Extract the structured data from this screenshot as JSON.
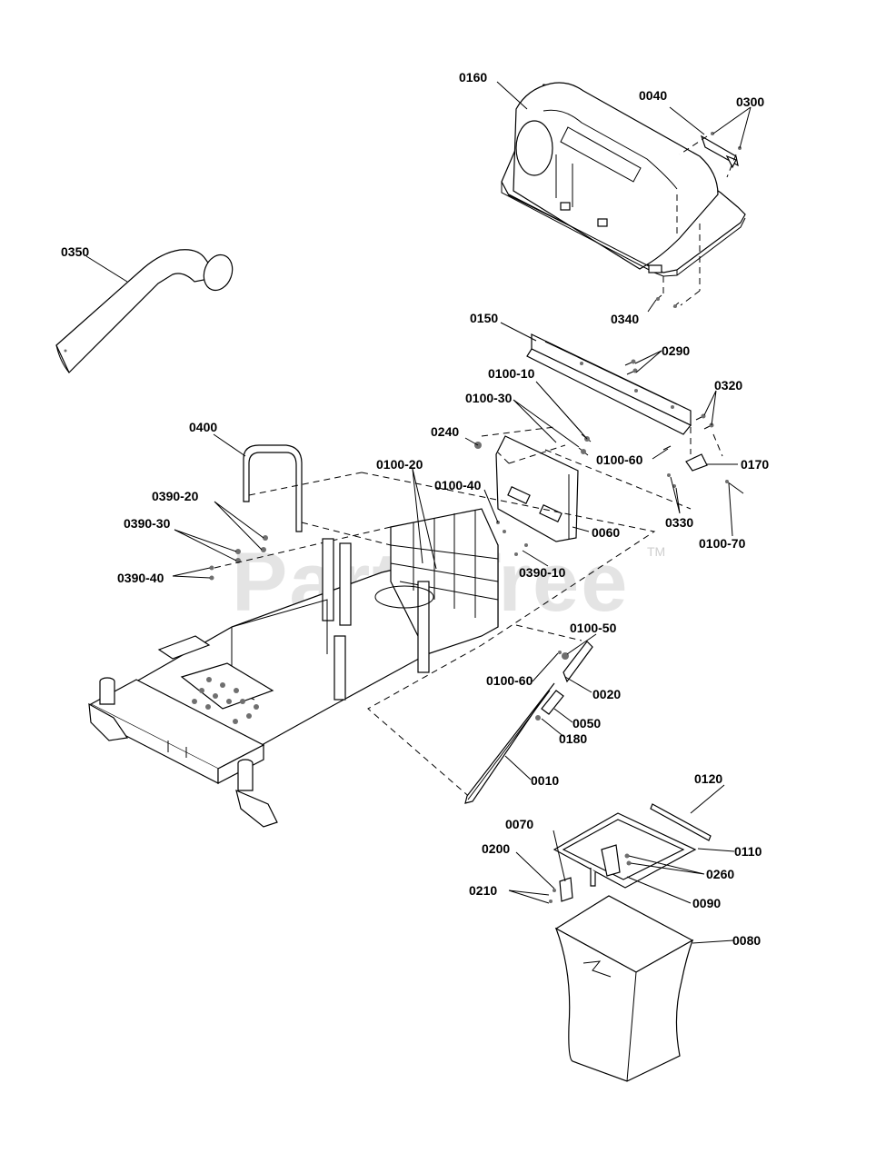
{
  "watermark": {
    "text": "PartsTree",
    "trademark": "TM"
  },
  "labels": {
    "p0160": "0160",
    "p0040": "0040",
    "p0300": "0300",
    "p0350": "0350",
    "p0340": "0340",
    "p0150": "0150",
    "p0290": "0290",
    "p0100_10": "0100-10",
    "p0100_30": "0100-30",
    "p0320": "0320",
    "p0240": "0240",
    "p0400": "0400",
    "p0100_60a": "0100-60",
    "p0170": "0170",
    "p0100_20": "0100-20",
    "p0100_40": "0100-40",
    "p0390_20": "0390-20",
    "p0330": "0330",
    "p0390_30": "0390-30",
    "p0060": "0060",
    "p0100_70": "0100-70",
    "p0390_10": "0390-10",
    "p0390_40": "0390-40",
    "p0100_50": "0100-50",
    "p0100_60b": "0100-60",
    "p0020": "0020",
    "p0050": "0050",
    "p0180": "0180",
    "p0010": "0010",
    "p0120": "0120",
    "p0070": "0070",
    "p0200": "0200",
    "p0110": "0110",
    "p0260": "0260",
    "p0210": "0210",
    "p0090": "0090",
    "p0080": "0080"
  }
}
